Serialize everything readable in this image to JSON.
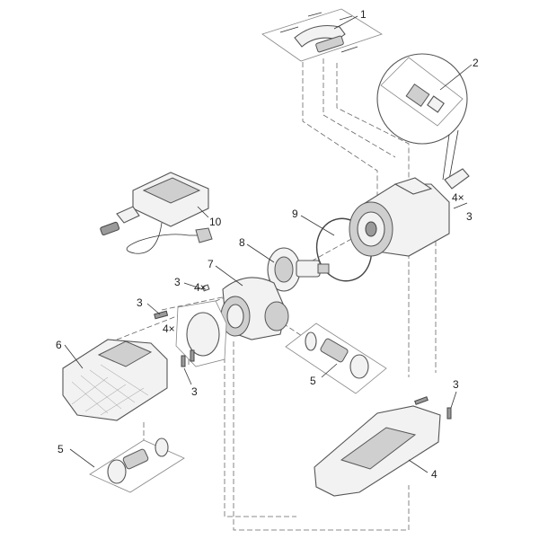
{
  "callouts": [
    {
      "id": "c1",
      "text": "1"
    },
    {
      "id": "c2",
      "text": "2"
    },
    {
      "id": "c3a",
      "text": "3"
    },
    {
      "id": "c4xa",
      "text": "4×"
    },
    {
      "id": "c10",
      "text": "10"
    },
    {
      "id": "c9",
      "text": "9"
    },
    {
      "id": "c8",
      "text": "8"
    },
    {
      "id": "c7",
      "text": "7"
    },
    {
      "id": "c3b",
      "text": "3"
    },
    {
      "id": "c4xb",
      "text": "4×"
    },
    {
      "id": "c3c",
      "text": "3"
    },
    {
      "id": "c4xc",
      "text": "4×"
    },
    {
      "id": "c6",
      "text": "6"
    },
    {
      "id": "c3d",
      "text": "3"
    },
    {
      "id": "c5a",
      "text": "5"
    },
    {
      "id": "c3e",
      "text": "3"
    },
    {
      "id": "c5b",
      "text": "5"
    },
    {
      "id": "c4",
      "text": "4"
    }
  ]
}
